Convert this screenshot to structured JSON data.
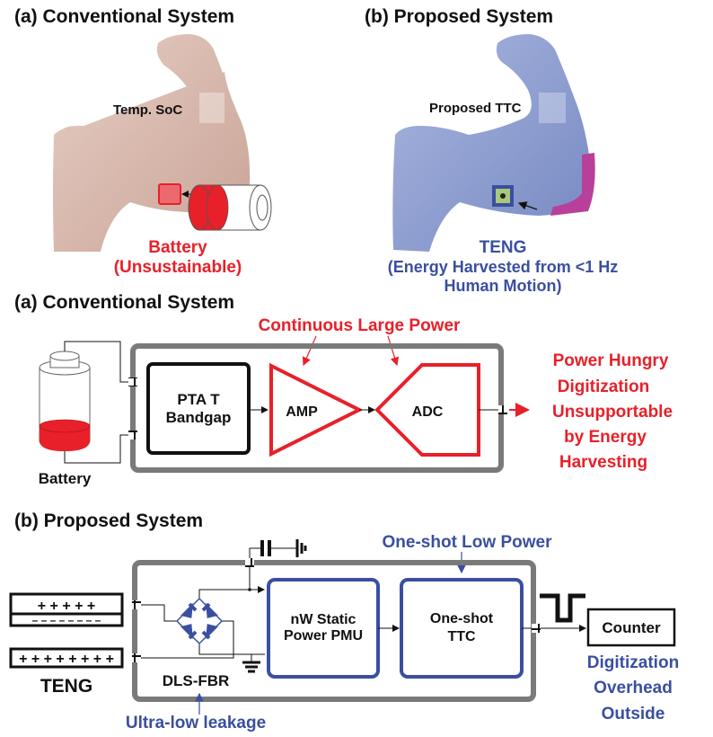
{
  "colors": {
    "red": "#e8202a",
    "blue": "#3a4fa0",
    "gray_frame": "#7a7a7a",
    "skin": "#d9b8ad",
    "arm_blue": "#8fa0cf",
    "teng_patch": "#b8409a"
  },
  "top": {
    "left": {
      "title": "(a) Conventional System",
      "chip_label": "Temp. SoC",
      "caption_line1": "Battery",
      "caption_line2": "(Unsustainable)"
    },
    "right": {
      "title": "(b) Proposed System",
      "chip_label": "Proposed TTC",
      "caption_line1": "TENG",
      "caption_line2": "(Energy Harvested from <1 Hz",
      "caption_line3": "Human Motion)"
    }
  },
  "conventional": {
    "title": "(a) Conventional System",
    "annotation": "Continuous Large Power",
    "battery_label": "Battery",
    "blocks": {
      "ptat_line1": "PTA T",
      "ptat_line2": "Bandgap",
      "amp": "AMP",
      "adc": "ADC"
    },
    "note_lines": [
      "Power Hungry",
      "Digitization",
      "Unsupportable",
      "by Energy",
      "Harvesting"
    ]
  },
  "proposed": {
    "title": "(b) Proposed System",
    "annotation": "One-shot Low Power",
    "teng_label": "TENG",
    "teng_top_plus": "+ + + + +",
    "teng_top_minus": "– – – – – – – –",
    "teng_bottom_plus": "+ + + + + + + +",
    "rectifier_label": "DLS-FBR",
    "rectifier_note": "Ultra-low leakage",
    "blocks": {
      "pmu_line1": "nW Static",
      "pmu_line2": "Power PMU",
      "ttc_line1": "One-shot",
      "ttc_line2": "TTC",
      "counter": "Counter"
    },
    "note_lines": [
      "Digitization",
      "Overhead",
      "Outside"
    ]
  }
}
